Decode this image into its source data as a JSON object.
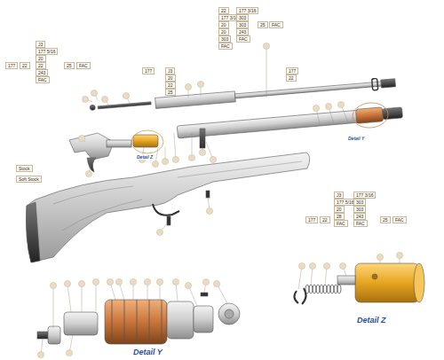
{
  "diagram": {
    "labels": [
      "22",
      "177 3/16",
      "20",
      "20",
      "303",
      "FAC",
      "177 3/16",
      "303",
      "303",
      "243",
      "FAC",
      "25",
      "FAC",
      "J3",
      "177 5/16",
      "20",
      "22",
      "243",
      "FAC",
      "177",
      "22",
      "25",
      "FAC",
      "Stock",
      "Soft Stock",
      "177",
      "J3",
      "20",
      "22",
      "25",
      "177",
      "22",
      "J3",
      "177 5/16",
      "20",
      "28",
      "FAC",
      "177 3/16",
      "303",
      "303",
      "243",
      "FAC",
      "177",
      "22",
      "25",
      "FAC",
      "Detail Y",
      "Detail Z",
      "Detail Y",
      "Detail Z"
    ]
  }
}
